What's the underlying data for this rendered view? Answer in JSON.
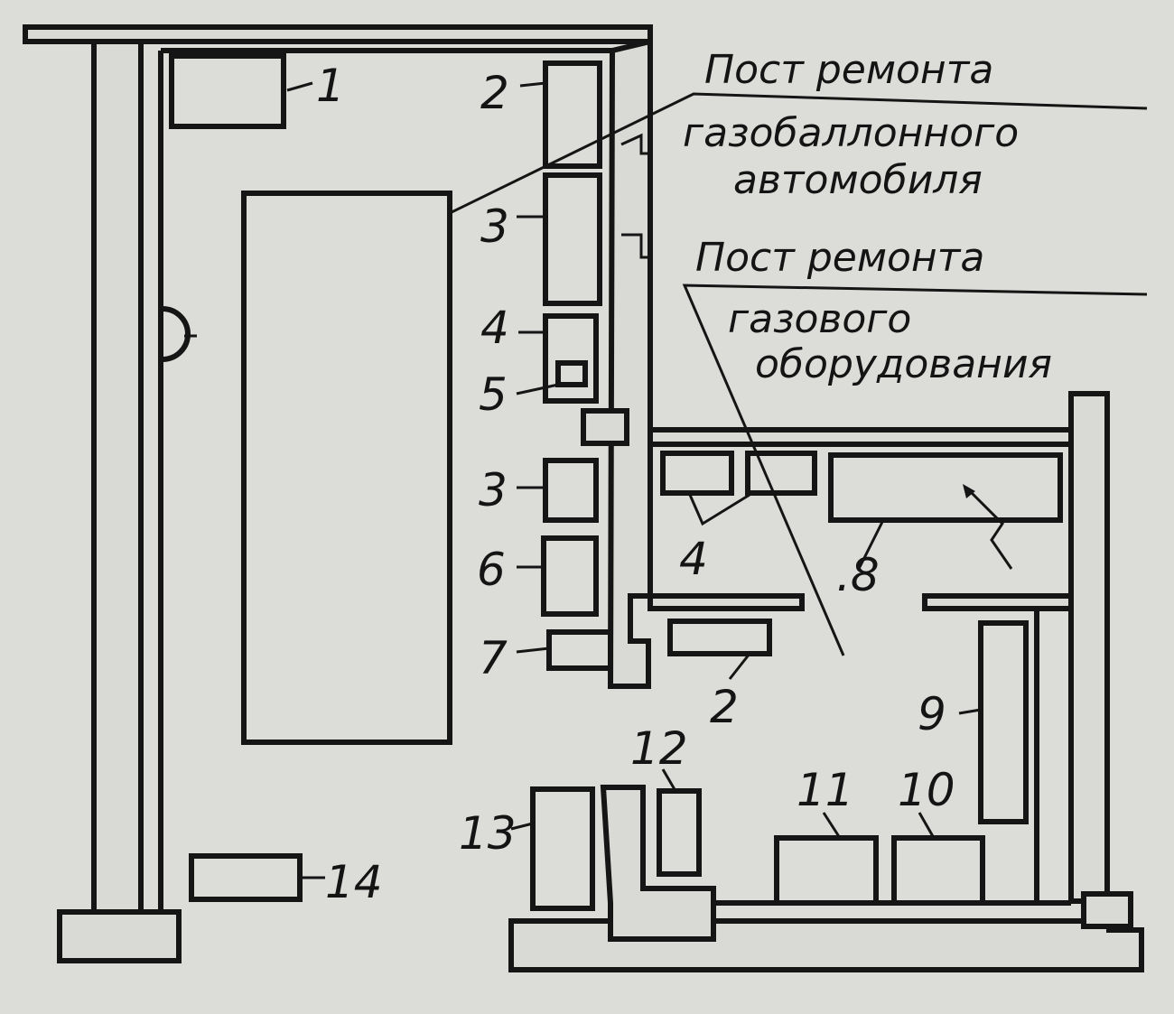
{
  "captions": {
    "post_gas_cylinder": [
      "Пост ремонта",
      "газобаллонного",
      "автомобиля"
    ],
    "post_gas_equipment": [
      "Пост ремонта",
      "газового",
      "оборудования"
    ]
  },
  "labels": {
    "n1": "1",
    "n2_top": "2",
    "n3_top": "3",
    "n4_left": "4",
    "n5": "5",
    "n3_mid": "3",
    "n6": "6",
    "n7": "7",
    "n4_room": "4",
    "n8": ".8",
    "n2_bottom": "2",
    "n9": "9",
    "n12": "12",
    "n11": "11",
    "n10": "10",
    "n13": "13",
    "n14": "14"
  }
}
